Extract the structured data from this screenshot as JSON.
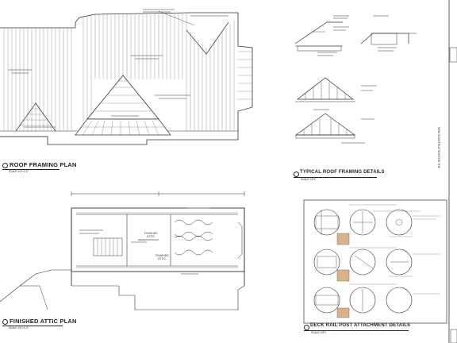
{
  "sheet": {
    "roof_framing_plan": {
      "title": "ROOF FRAMING PLAN",
      "scale": "SCALE 1/4\"=1'-0\""
    },
    "finished_attic_plan": {
      "title": "FINISHED ATTIC PLAN",
      "scale": "SCALE 1/4\"=1'-0\"",
      "room_label_1": "FINISHED",
      "room_label_2": "ATTIC",
      "room_label_3": "RECREATION ROOM",
      "room_label_4": "FINISHED",
      "room_label_5": "ATTIC"
    },
    "typical_roof_framing_details": {
      "title": "TYPICAL ROOF FRAMING DETAILS",
      "scale": "SCALE: NTS"
    },
    "deck_rail_post_attachment_details": {
      "title": "DECK RAIL POST ATTACHMENT DETAILS",
      "scale": "SCALE: NTS"
    },
    "title_block_text": "NEW CONSTRUCTION FOR THE"
  }
}
